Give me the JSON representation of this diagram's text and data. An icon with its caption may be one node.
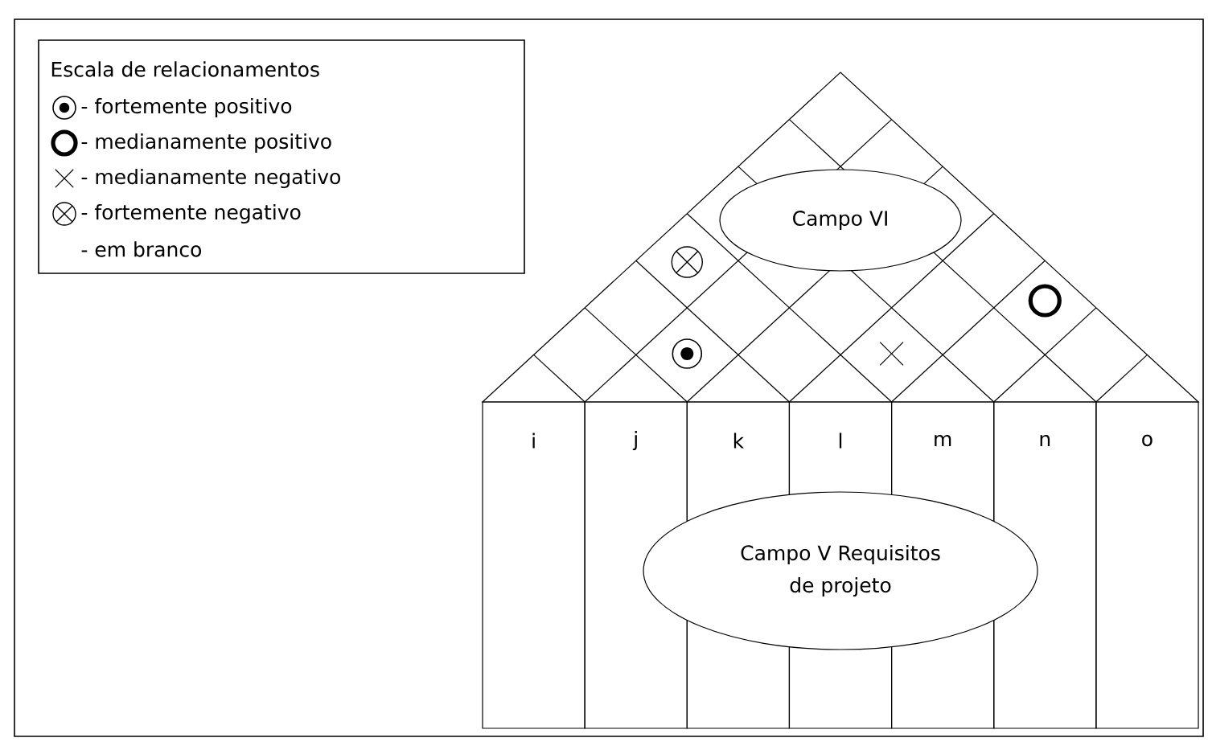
{
  "diagram": {
    "nodes": [
      {
        "text": [
          "Campo VI"
        ]
      },
      {
        "text": [
          "i"
        ]
      },
      {
        "text": [
          "j"
        ]
      },
      {
        "text": [
          "k"
        ]
      },
      {
        "text": [
          "l"
        ]
      },
      {
        "text": [
          "m"
        ]
      },
      {
        "text": [
          "n"
        ]
      },
      {
        "text": [
          "o"
        ]
      },
      {
        "text": [
          "Campo V Requisitos de projeto"
        ]
      }
    ],
    "labels": [
      "Escala de relacionamentos"
    ],
    "legend": [
      {
        "text": "- fortemente positivo"
      },
      {
        "text": "- medianamente positivo"
      },
      {
        "text": "- medianamente negativo"
      },
      {
        "text": "- fortemente negativo"
      },
      {
        "text": "- em branco"
      }
    ]
  }
}
